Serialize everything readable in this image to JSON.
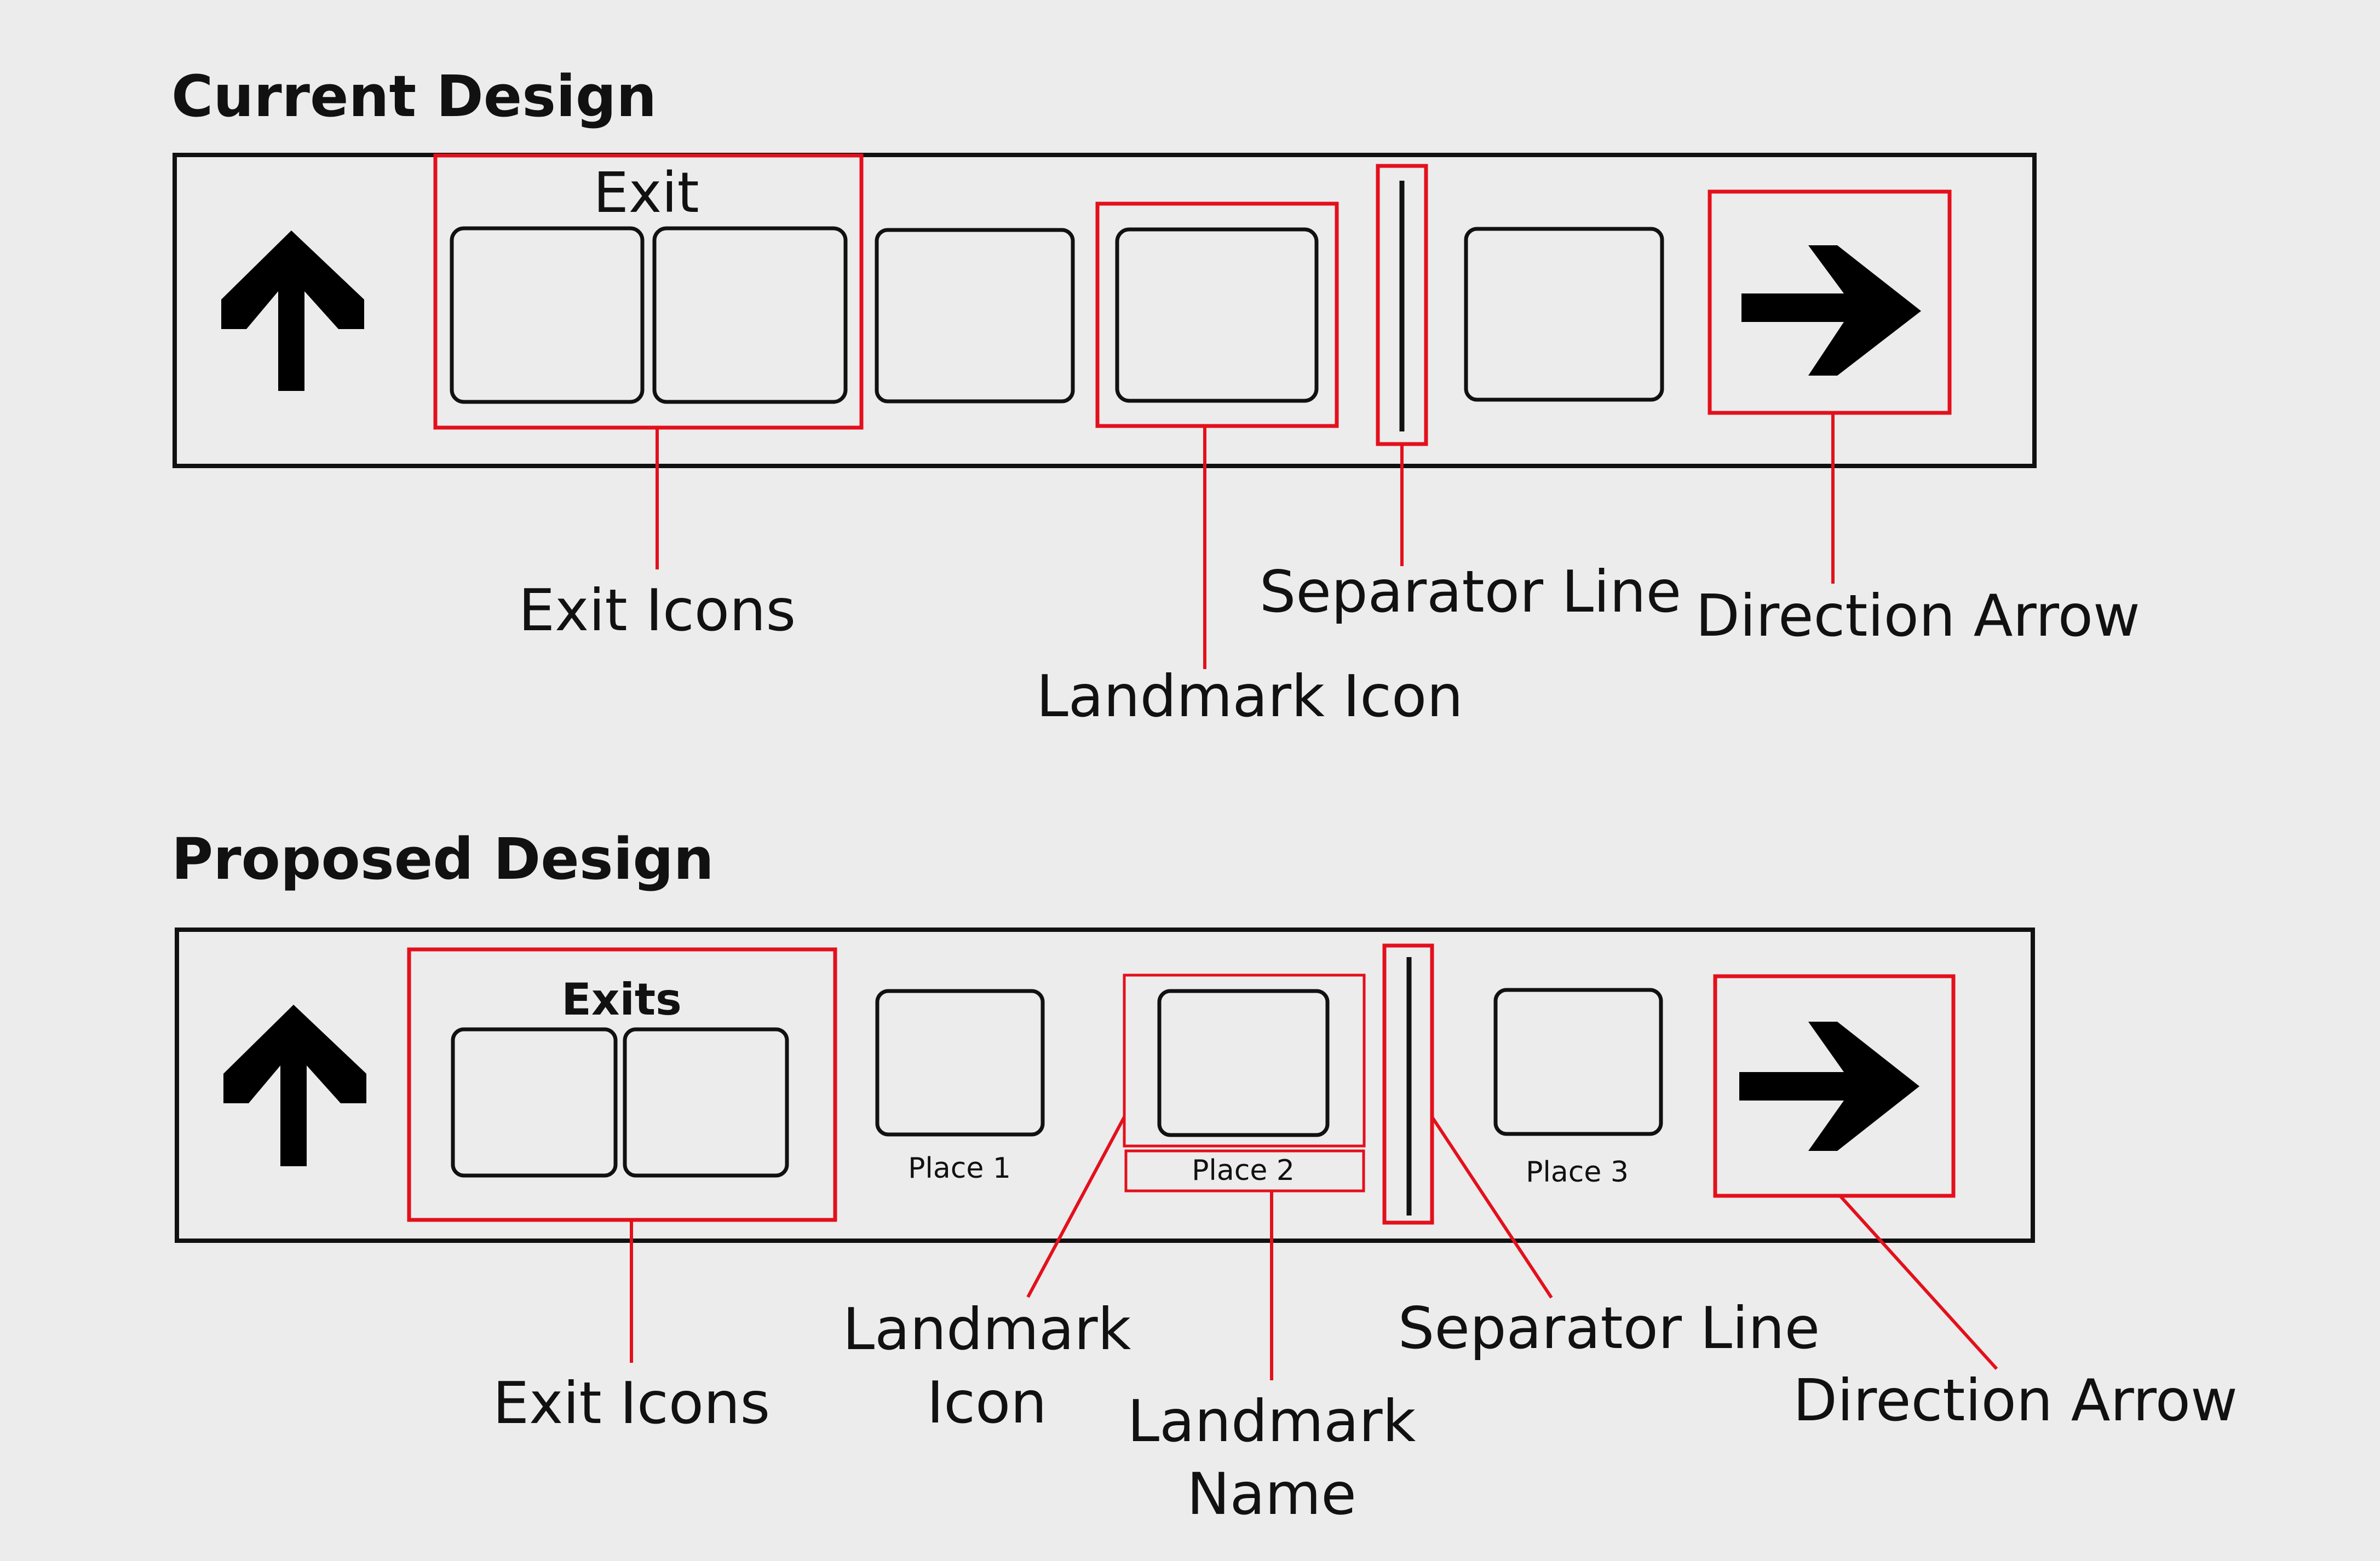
{
  "colors": {
    "background": "#ececec",
    "highlight": "#e3101c",
    "ink": "#111111"
  },
  "current": {
    "title": "Current Design",
    "exit_header": "Exit",
    "icons": [
      "up-arrow-icon",
      "exit-icon",
      "exit-icon",
      "place-icon",
      "landmark-icon",
      "separator-line",
      "place-icon",
      "right-arrow-icon"
    ],
    "callouts": {
      "exit_icons": "Exit Icons",
      "landmark_icon": "Landmark Icon",
      "separator_line": "Separator Line",
      "direction_arrow": "Direction Arrow"
    }
  },
  "proposed": {
    "title": "Proposed Design",
    "exit_header": "Exits",
    "places": [
      "Place 1",
      "Place 2",
      "Place 3"
    ],
    "icons": [
      "up-arrow-icon",
      "exit-icon",
      "exit-icon",
      "place-icon",
      "landmark-icon",
      "separator-line",
      "place-icon",
      "right-arrow-icon"
    ],
    "callouts": {
      "exit_icons": "Exit Icons",
      "landmark_icon": [
        "Landmark",
        "Icon"
      ],
      "landmark_name": [
        "Landmark",
        "Name"
      ],
      "separator_line": "Separator Line",
      "direction_arrow": "Direction Arrow"
    }
  }
}
